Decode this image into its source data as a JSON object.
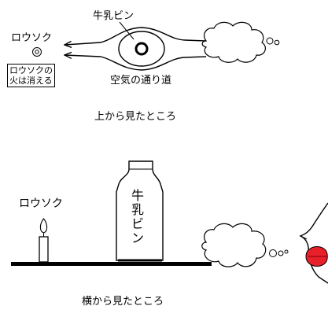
{
  "top_view": {
    "bottle_label": "牛乳ビン",
    "candle_label": "ロウソク",
    "note_line1": "ロウソクの",
    "note_line2": "火は消える",
    "airflow_label": "空気の通り道",
    "caption": "上から見たところ"
  },
  "side_view": {
    "candle_label": "ロウソク",
    "bottle_text": [
      "牛",
      "乳",
      "ビ",
      "ン"
    ],
    "caption": "横から見たところ"
  },
  "colors": {
    "ink": "#000000",
    "flame_fill": "#ffffff",
    "lips": "#e8202a",
    "background": "#ffffff"
  }
}
